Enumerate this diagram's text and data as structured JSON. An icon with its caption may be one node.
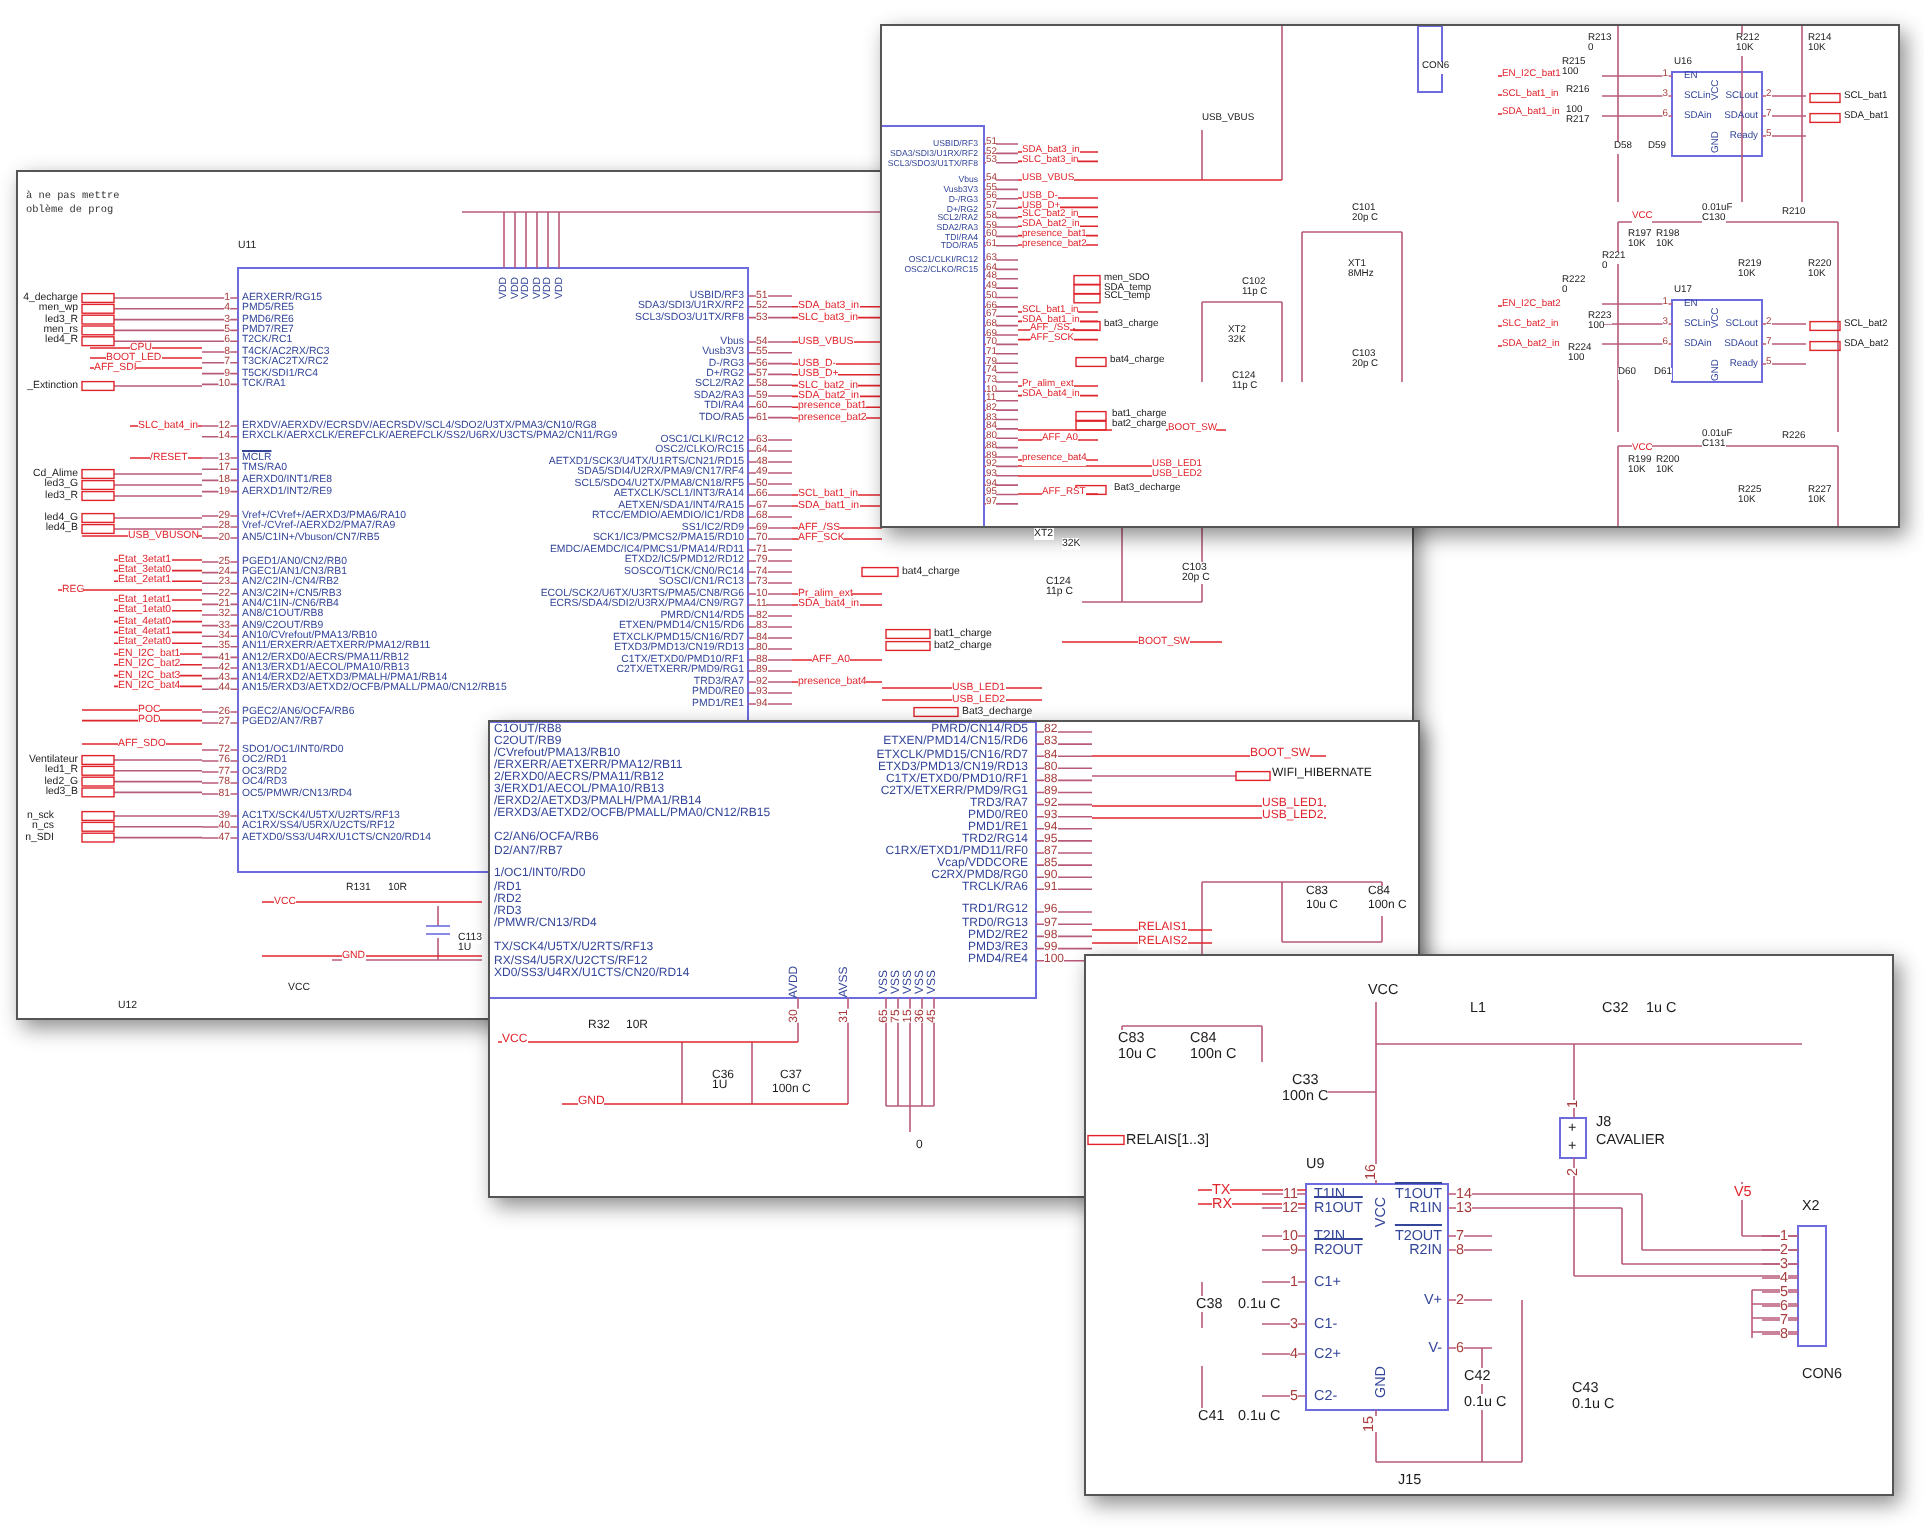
{
  "diagram": {
    "labels": [
      "à ne pas mettre",
      "oblème de prog",
      "U11",
      "4_decharge",
      "men_wp",
      "led3_R",
      "men_rs",
      "led4_R",
      "CPU",
      "BOOT_LED",
      "AFF_SDI",
      "_Extinction",
      "SLC_bat4_in",
      "/RESET",
      "Cd_Alime",
      "led3_G",
      "led3_R",
      "led4_G",
      "led4_B",
      "USB_VBUSON",
      "Etat_3etat1",
      "Etat_3etat0",
      "Etat_2etat1",
      "REG",
      "Etat_1etat1",
      "Etat_1etat0",
      "Etat_4etat0",
      "Etat_4etat1",
      "Etat_2etat0",
      "EN_I2C_bat1",
      "EN_I2C_bat2",
      "EN_I2C_bat3",
      "EN_I2C_bat4",
      "POC",
      "POD",
      "AFF_SDO",
      "Ventilateur",
      "led1_R",
      "led2_G",
      "led3_B",
      "n_sck",
      "n_cs",
      "n_SDI",
      "1",
      "4",
      "3",
      "5",
      "6",
      "8",
      "7",
      "9",
      "10",
      "AERXERR/RG15",
      "PMD5/RE5",
      "PMD6/RE6",
      "PMD7/RE7",
      "T2CK/RC1",
      "T4CK/AC2RX/RC3",
      "T3CK/AC2TX/RC2",
      "T5CK/SDI1/RC4",
      "TCK/RA1",
      "12",
      "14",
      "ERXDV/AERXDV/ECRSDV/AECRSDV/SCL4/SDO2/U3TX/PMA3/CN10/RG8",
      "ERXCLK/AERXCLK/EREFCLK/AEREFCLK/SS2/U6RX/U3CTS/PMA2/CN11/RG9",
      "13",
      "17",
      "18",
      "19",
      "MCLR",
      "TMS/RA0",
      "AERXD0/INT1/RE8",
      "AERXD1/INT2/RE9",
      "29",
      "28",
      "20",
      "Vref+/CVref+/AERXD3/PMA6/RA10",
      "Vref-/CVref-/AERXD2/PMA7/RA9",
      "AN5/C1IN+/Vbuson/CN7/RB5",
      "25",
      "24",
      "23",
      "22",
      "21",
      "32",
      "33",
      "34",
      "35",
      "41",
      "42",
      "43",
      "44",
      "PGED1/AN0/CN2/RB0",
      "PGEC1/AN1/CN3/RB1",
      "AN2/C2IN-/CN4/RB2",
      "AN3/C2IN+/CN5/RB3",
      "AN4/C1IN-/CN6/RB4",
      "AN8/C1OUT/RB8",
      "AN9/C2OUT/RB9",
      "AN10/CVrefout/PMA13/RB10",
      "AN11/ERXERR/AETXERR/PMA12/RB11",
      "AN12/ERXD0/AECRS/PMA11/RB12",
      "AN13/ERXD1/AECOL/PMA10/RB13",
      "AN14/ERXD2/AETXD3/PMALH/PMA1/RB14",
      "AN15/ERXD3/AETXD2/OCFB/PMALL/PMA0/CN12/RB15",
      "26",
      "27",
      "PGEC2/AN6/OCFA/RB6",
      "PGED2/AN7/RB7",
      "72",
      "76",
      "77",
      "78",
      "81",
      "SDO1/OC1/INT0/RD0",
      "OC2/RD1",
      "OC3/RD2",
      "OC4/RD3",
      "OC5/PMWR/CN13/RD4",
      "39",
      "40",
      "47",
      "AC1TX/SCK4/U5TX/U2RTS/RF13",
      "AC1RX/SS4/U5RX/U2CTS/RF12",
      "AETXD0/SS3/U4RX/U1CTS/CN20/RD14",
      "VDD",
      "VDD",
      "VDD",
      "VDD",
      "VDD",
      "VDD",
      "USBID/RF3",
      "SDA3/SDI3/U1RX/RF2",
      "SCL3/SDO3/U1TX/RF8",
      "51",
      "52",
      "53",
      "Vbus",
      "Vusb3V3",
      "D-/RG3",
      "D+/RG2",
      "SCL2/RA2",
      "SDA2/RA3",
      "TDI/RA4",
      "TDO/RA5",
      "54",
      "55",
      "56",
      "57",
      "58",
      "59",
      "60",
      "61",
      "OSC1/CLKI/RC12",
      "OSC2/CLKO/RC15",
      "AETXD1/SCK3/U4TX/U1RTS/CN21/RD15",
      "SDA5/SDI4/U2RX/PMA9/CN17/RF4",
      "SCL5/SDO4/U2TX/PMA8/CN18/RF5",
      "AETXCLK/SCL1/INT3/RA14",
      "AETXEN/SDA1/INT4/RA15",
      "RTCC/EMDIO/AEMDIO/IC1/RD8",
      "SS1/IC2/RD9",
      "SCK1/IC3/PMCS2/PMA15/RD10",
      "EMDC/AEMDC/IC4/PMCS1/PMA14/RD11",
      "ETXD2/IC5/PMD12/RD12",
      "SOSCO/T1CK/CN0/RC14",
      "SOSCI/CN1/RC13",
      "ECOL/SCK2/U6TX/U3RTS/PMA5/CN8/RG6",
      "ECRS/SDA4/SDI2/U3RX/PMA4/CN9/RG7",
      "PMRD/CN14/RD5",
      "ETXEN/PMD14/CN15/RD6",
      "ETXCLK/PMD15/CN16/RD7",
      "ETXD3/PMD13/CN19/RD13",
      "C1TX/ETXD0/PMD10/RF1",
      "C2TX/ETXERR/PMD9/RG1",
      "TRD3/RA7",
      "PMD0/RE0",
      "PMD1/RE1",
      "63",
      "64",
      "48",
      "49",
      "50",
      "66",
      "67",
      "68",
      "69",
      "70",
      "71",
      "79",
      "74",
      "73",
      "10",
      "11",
      "82",
      "83",
      "84",
      "80",
      "88",
      "89",
      "92",
      "93",
      "94",
      "SDA_bat3_in",
      "SLC_bat3_in",
      "USB_VBUS",
      "USB_D-",
      "USB_D+",
      "SLC_bat2_in",
      "SDA_bat2_in",
      "presence_bat1",
      "presence_bat2",
      "SCL_bat1_in",
      "SDA_bat1_in",
      "AFF_/SS",
      "AFF_SCK",
      "Pr_alim_ext",
      "SDA_bat4_in",
      "AFF_A0",
      "presence_bat4",
      "bat4_charge",
      "XT2",
      "32K",
      "C124",
      "11p C",
      "C103",
      "20p C",
      "bat1_charge",
      "bat2_charge",
      "BOOT_SW",
      "USB_LED1",
      "USB_LED2",
      "Bat3_decharge",
      "R131",
      "10R",
      "C113",
      "1U",
      "VCC",
      "GND",
      "VCC",
      "U12",
      "CON6",
      "USB_VBUS",
      "USBID/RF3",
      "SDA3/SDI3/U1RX/RF2",
      "SCL3/SDO3/U1TX/RF8",
      "Vbus",
      "Vusb3V3",
      "D-/RG3",
      "D+/RG2",
      "SCL2/RA2",
      "SDA2/RA3",
      "TDI/RA4",
      "TDO/RA5",
      "OSC1/CLKI/RC12",
      "OSC2/CLKO/RC15",
      "51",
      "52",
      "53",
      "54",
      "55",
      "56",
      "57",
      "58",
      "59",
      "60",
      "61",
      "63",
      "64",
      "48",
      "49",
      "50",
      "66",
      "67",
      "68",
      "69",
      "70",
      "71",
      "79",
      "74",
      "73",
      "10",
      "11",
      "82",
      "83",
      "84",
      "80",
      "88",
      "89",
      "92",
      "93",
      "94",
      "95",
      "97",
      "SDA_bat3_in",
      "SLC_bat3_in",
      "USB_VBUS",
      "USB_D-",
      "USB_D+",
      "SLC_bat2_in",
      "SDA_bat2_in",
      "presence_bat1",
      "presence_bat2",
      "SCL_bat1_in",
      "SDA_bat1_in",
      "AFF_/SS",
      "AFF_SCK",
      "Pr_alim_ext",
      "SDA_bat4_in",
      "BOOT_SW",
      "AFF_A0",
      "presence_bat4",
      "USB_LED1",
      "USB_LED2",
      "AFF_RST",
      "men_SDO",
      "SDA_temp",
      "SCL_temp",
      "bat3_charge",
      "bat4_charge",
      "bat1_charge",
      "bat2_charge",
      "Bat3_decharge",
      "C101",
      "20p C",
      "XT1",
      "8MHz",
      "C103",
      "20p C",
      "C102",
      "11p C",
      "XT2",
      "32K",
      "C124",
      "11p C",
      "R213",
      "0",
      "R212",
      "10K",
      "R214",
      "10K",
      "EN_I2C_bat1",
      "SCL_bat1_in",
      "SDA_bat1_in",
      "R215",
      "100",
      "R216",
      "100",
      "R217",
      "U16",
      "EN",
      "SCLin",
      "SDAin",
      "SCLout",
      "SDAout",
      "Ready",
      "VCC",
      "GND",
      "1",
      "3",
      "6",
      "2",
      "7",
      "5",
      "SCL_bat1",
      "SDA_bat1",
      "D58",
      "D59",
      "VCC",
      "0.01uF",
      "C130",
      "R210",
      "R197",
      "10K",
      "R198",
      "10K",
      "R221",
      "0",
      "R222",
      "0",
      "R219",
      "10K",
      "R220",
      "10K",
      "EN_I2C_bat2",
      "SLC_bat2_in",
      "SDA_bat2_in",
      "R223",
      "100",
      "R224",
      "100",
      "U17",
      "EN",
      "SCLin",
      "SDAin",
      "SCLout",
      "SDAout",
      "Ready",
      "VCC",
      "GND",
      "1",
      "3",
      "6",
      "2",
      "7",
      "5",
      "SCL_bat2",
      "SDA_bat2",
      "D60",
      "D61",
      "VCC",
      "0.01uF",
      "C131",
      "R226",
      "R199",
      "10K",
      "R200",
      "10K",
      "R225",
      "10K",
      "R227",
      "10K",
      "C1OUT/RB8",
      "C2OUT/RB9",
      "/CVrefout/PMA13/RB10",
      "/ERXERR/AETXERR/PMA12/RB11",
      "2/ERXD0/AECRS/PMA11/RB12",
      "3/ERXD1/AECOL/PMA10/RB13",
      "/ERXD2/AETXD3/PMALH/PMA1/RB14",
      "/ERXD3/AETXD2/OCFB/PMALL/PMA0/CN12/RB15",
      "C2/AN6/OCFA/RB6",
      "D2/AN7/RB7",
      "1/OC1/INT0/RD0",
      "/RD1",
      "/RD2",
      "/RD3",
      "/PMWR/CN13/RD4",
      "TX/SCK4/U5TX/U2RTS/RF13",
      "RX/SS4/U5RX/U2CTS/RF12",
      "XD0/SS3/U4RX/U1CTS/CN20/RD14",
      "PMRD/CN14/RD5",
      "ETXEN/PMD14/CN15/RD6",
      "ETXCLK/PMD15/CN16/RD7",
      "ETXD3/PMD13/CN19/RD13",
      "C1TX/ETXD0/PMD10/RF1",
      "C2TX/ETXERR/PMD9/RG1",
      "TRD3/RA7",
      "PMD0/RE0",
      "PMD1/RE1",
      "TRD2/RG14",
      "C1RX/ETXD1/PMD11/RF0",
      "Vcap/VDDCORE",
      "C2RX/PMD8/RG0",
      "TRCLK/RA6",
      "82",
      "83",
      "84",
      "80",
      "88",
      "89",
      "92",
      "93",
      "94",
      "95",
      "87",
      "85",
      "90",
      "91",
      "TRD1/RG12",
      "TRD0/RG13",
      "PMD2/RE2",
      "PMD3/RE3",
      "PMD4/RE4",
      "96",
      "97",
      "98",
      "99",
      "100",
      "BOOT_SW",
      "WIFI_HIBERNATE",
      "USB_LED1",
      "USB_LED2",
      "RELAIS1",
      "RELAIS2",
      "C83",
      "10u C",
      "C84",
      "100n C",
      "AVDD",
      "AVSS",
      "VSS",
      "VSS",
      "VSS",
      "VSS",
      "VSS",
      "30",
      "31",
      "65",
      "75",
      "15",
      "36",
      "45",
      "R32",
      "10R",
      "VCC",
      "C36",
      "1U",
      "C37",
      "100n C",
      "GND",
      "0",
      "C83",
      "10u C",
      "C84",
      "100n C",
      "RELAIS[1..3]",
      "VCC",
      "L1",
      "C32",
      "1u C",
      "C33",
      "100n C",
      "J8",
      "CAVALIER",
      "1",
      "2",
      "+",
      "+",
      "U9",
      "16",
      "TX",
      "RX",
      "11",
      "12",
      "10",
      "9",
      "1",
      "3",
      "4",
      "5",
      "T1IN",
      "R1OUT",
      "T2IN",
      "R2OUT",
      "C1+",
      "C1-",
      "C2+",
      "C2-",
      "VCC",
      "GND",
      "T1OUT",
      "R1IN",
      "T2OUT",
      "R2IN",
      "V+",
      "V-",
      "14",
      "13",
      "7",
      "8",
      "2",
      "6",
      "15",
      "V5",
      "X2",
      "1",
      "2",
      "3",
      "4",
      "5",
      "6",
      "7",
      "8",
      "CON6",
      "C38",
      "0.1u C",
      "C41",
      "0.1u C",
      "C42",
      "0.1u C",
      "C43",
      "0.1u C",
      "J15"
    ]
  }
}
